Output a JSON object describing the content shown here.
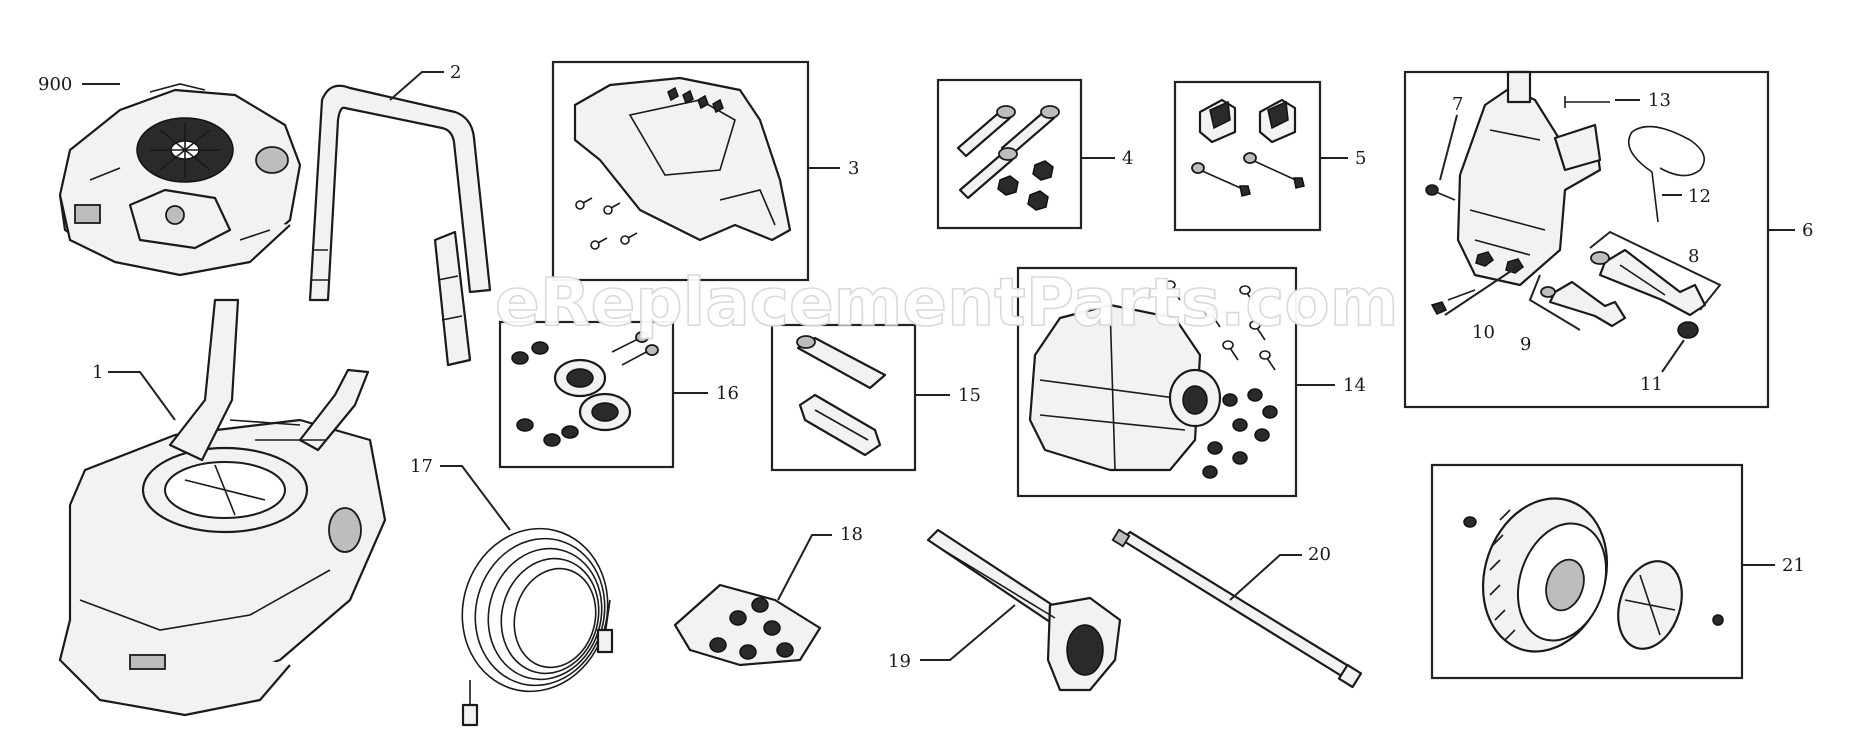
{
  "watermark": "eReplacementParts.com",
  "colors": {
    "line": "#222222",
    "background": "#ffffff",
    "watermark_stroke": "#d8d8d8"
  },
  "callouts": [
    {
      "id": "900",
      "label": "900"
    },
    {
      "id": "1",
      "label": "1"
    },
    {
      "id": "2",
      "label": "2"
    },
    {
      "id": "3",
      "label": "3"
    },
    {
      "id": "4",
      "label": "4"
    },
    {
      "id": "5",
      "label": "5"
    },
    {
      "id": "6",
      "label": "6"
    },
    {
      "id": "7",
      "label": "7"
    },
    {
      "id": "8",
      "label": "8"
    },
    {
      "id": "9",
      "label": "9"
    },
    {
      "id": "10",
      "label": "10"
    },
    {
      "id": "11",
      "label": "11"
    },
    {
      "id": "12",
      "label": "12"
    },
    {
      "id": "13",
      "label": "13"
    },
    {
      "id": "14",
      "label": "14"
    },
    {
      "id": "15",
      "label": "15"
    },
    {
      "id": "16",
      "label": "16"
    },
    {
      "id": "17",
      "label": "17"
    },
    {
      "id": "18",
      "label": "18"
    },
    {
      "id": "19",
      "label": "19"
    },
    {
      "id": "20",
      "label": "20"
    },
    {
      "id": "21",
      "label": "21"
    }
  ]
}
